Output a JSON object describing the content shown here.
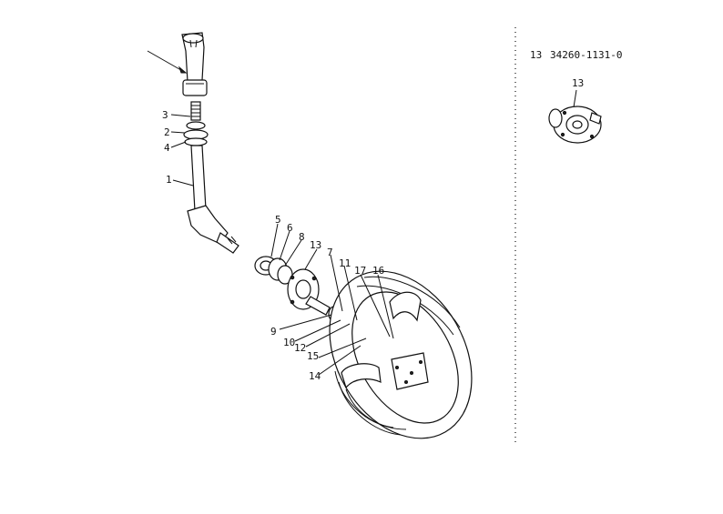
{
  "callouts": {
    "c1": "1",
    "c2": "2",
    "c3": "3",
    "c4": "4",
    "c5": "5",
    "c6": "6",
    "c7": "7",
    "c8": "8",
    "c9": "9",
    "c10": "10",
    "c11": "11",
    "c12": "12",
    "c13": "13",
    "c14": "14",
    "c15": "15",
    "c16": "16",
    "c17": "17"
  },
  "detail": {
    "item_number": "13",
    "part_number": "34260-1131-0",
    "callout": "13"
  }
}
